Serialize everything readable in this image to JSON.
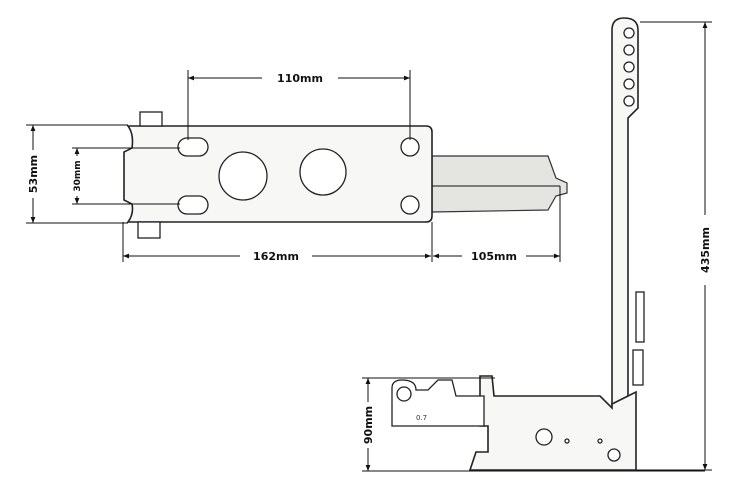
{
  "dimensions": {
    "hole_spacing": "110mm",
    "plate_height": "53mm",
    "slot_spacing": "30mm",
    "plate_length": "162mm",
    "rod_length": "105mm",
    "lever_height": "435mm",
    "base_height": "90mm"
  },
  "part_marking": "0.7"
}
